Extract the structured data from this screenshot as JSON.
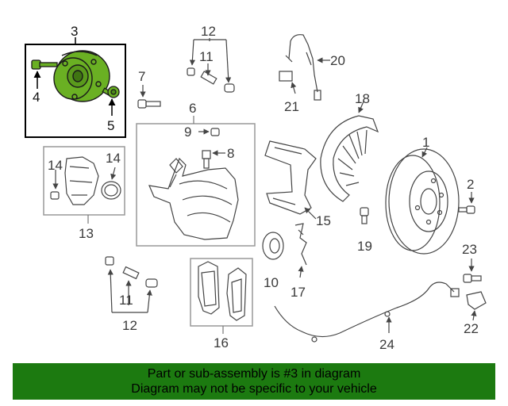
{
  "diagram": {
    "highlight_color": "#6ab023",
    "banner_color": "#1c7a10",
    "callouts": [
      "1",
      "2",
      "3",
      "4",
      "5",
      "6",
      "7",
      "8",
      "9",
      "10",
      "11",
      "11",
      "12",
      "12",
      "13",
      "14",
      "14",
      "15",
      "16",
      "17",
      "18",
      "19",
      "20",
      "21",
      "22",
      "23",
      "24"
    ]
  },
  "banner": {
    "line1": "Part or sub-assembly is #3 in diagram",
    "line2": "Diagram may not be specific to your vehicle"
  }
}
